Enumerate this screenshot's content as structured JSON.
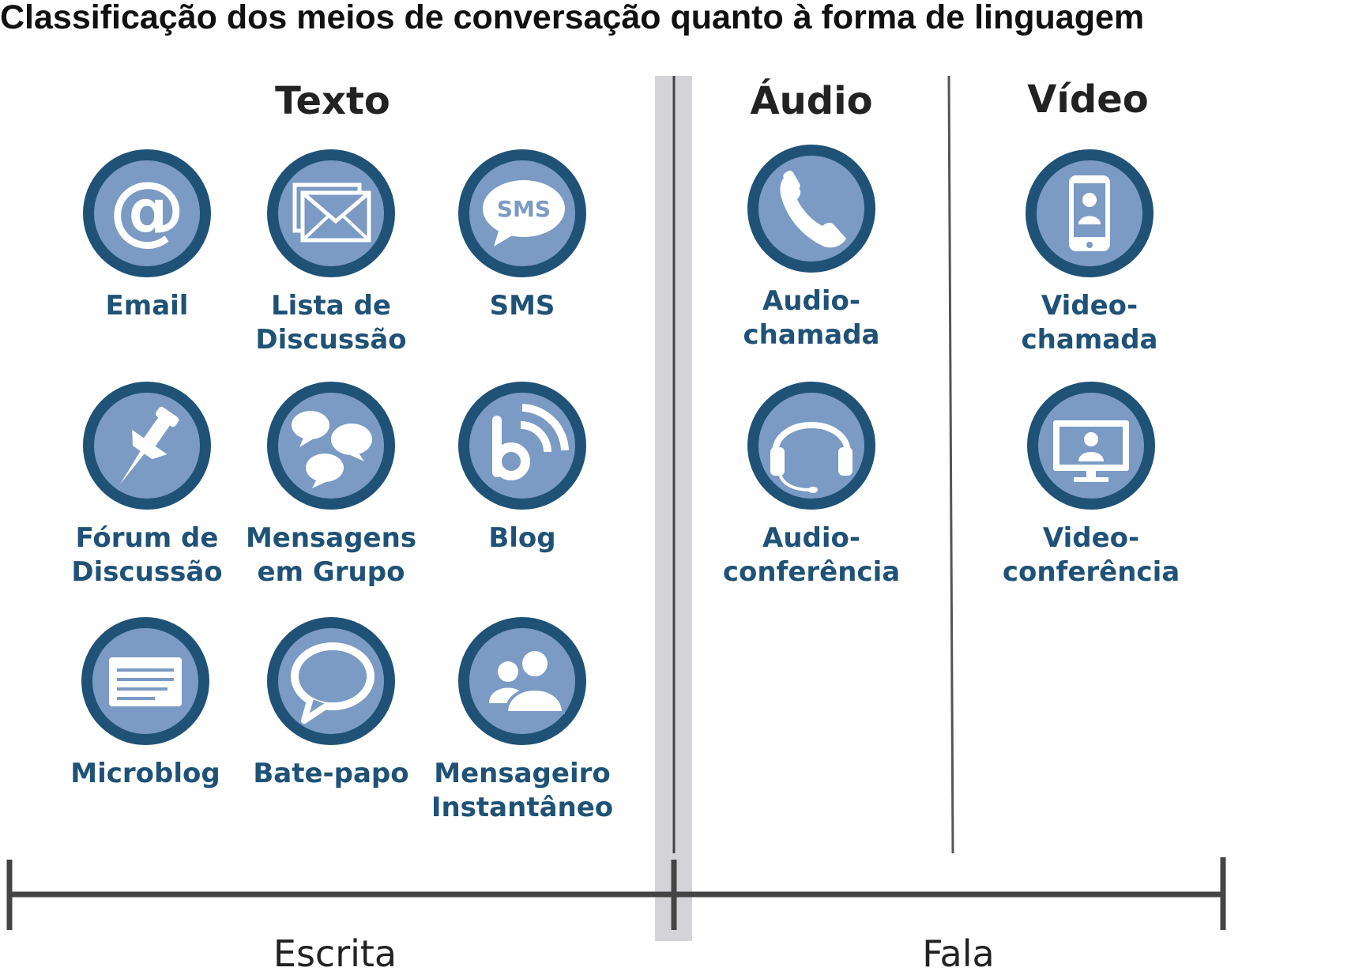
{
  "title": "Classificação dos meios de conversação quanto à forma de linguagem",
  "sections": {
    "texto": "Texto",
    "audio": "Áudio",
    "video": "Vídeo"
  },
  "items": {
    "email": "Email",
    "lista": "Lista de\nDiscussão",
    "sms": "SMS",
    "forum": "Fórum de\nDiscussão",
    "mensagens": "Mensagens\nem Grupo",
    "blog": "Blog",
    "microblog": "Microblog",
    "batepapo": "Bate-papo",
    "mensageiro": "Mensageiro\nInstantâneo",
    "audiochamada": "Audio-\nchamada",
    "audioconferencia": "Audio-\nconferência",
    "videochamada": "Video-\nchamada",
    "videoconferencia": "Video-\nconferência"
  },
  "icon_text": {
    "sms": "SMS"
  },
  "axis": {
    "left": "Escrita",
    "right": "Fala"
  },
  "colors": {
    "ring": "#1f5276",
    "fill": "#7b9ac4",
    "glyph": "#ffffff",
    "label": "#1f5276",
    "highlight": "#d4d4d8",
    "axis": "#333333"
  }
}
